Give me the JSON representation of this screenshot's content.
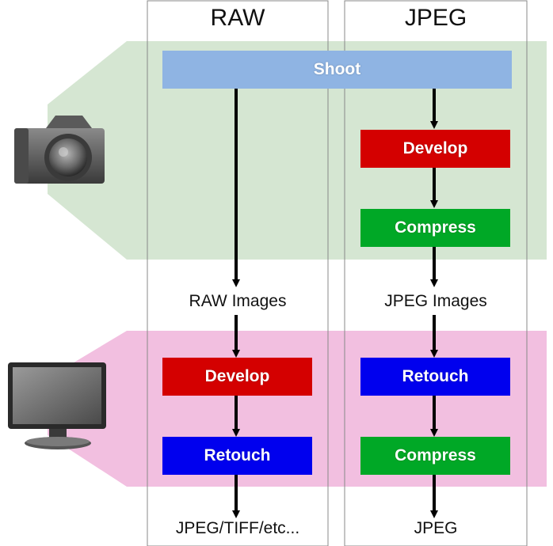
{
  "columns": {
    "raw_title": "RAW",
    "jpeg_title": "JPEG"
  },
  "shoot_label": "Shoot",
  "raw_column": {
    "develop_label": "Develop",
    "retouch_label": "Retouch",
    "intermediate_label": "RAW Images",
    "output_label": "JPEG/TIFF/etc..."
  },
  "jpeg_column": {
    "develop_label": "Develop",
    "compress_label": "Compress",
    "retouch_label": "Retouch",
    "compress2_label": "Compress",
    "intermediate_label": "JPEG Images",
    "output_label": "JPEG"
  },
  "colors": {
    "camera_zone": "#d5e6d2",
    "computer_zone": "#f2bfe0",
    "shoot": "#8fb4e3",
    "develop": "#d40000",
    "compress": "#00a826",
    "retouch": "#0000ee"
  },
  "icons": {
    "camera": "camera-icon",
    "computer": "monitor-icon"
  }
}
